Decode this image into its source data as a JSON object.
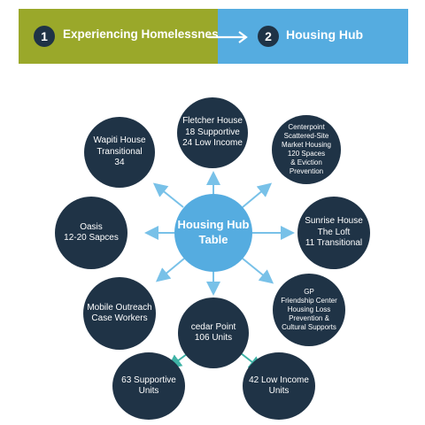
{
  "banner": {
    "step1_number": "1",
    "step1_label": "Experiencing Homelessness",
    "step2_number": "2",
    "step2_label": "Housing Hub"
  },
  "hub": {
    "lines": [
      "Housing",
      "Hub Table"
    ]
  },
  "nodes": {
    "fletcher": [
      "Fletcher House",
      "18 Supportive",
      "24 Low Income"
    ],
    "centerpoint": [
      "Centerpoint",
      "Scattered-Site",
      "Market Housing",
      "120 Spaces",
      "& Eviction",
      "Prevention"
    ],
    "wapiti": [
      "Wapiti House",
      "Transitional",
      "34"
    ],
    "oasis": [
      "Oasis",
      "12-20 Sapces"
    ],
    "sunrise": [
      "Sunrise House",
      "The Loft",
      "11 Transitional"
    ],
    "gp": [
      "GP",
      "Friendship Center",
      "Housing Loss",
      "Prevention &",
      "Cultural Supports"
    ],
    "mobile": [
      "Mobile Outreach",
      "Case Workers"
    ],
    "cedar": [
      "cedar Point",
      "106 Units"
    ],
    "supportive63": [
      "63 Supportive",
      "Units"
    ],
    "lowincome42": [
      "42 Low Income",
      "Units"
    ]
  },
  "colors": {
    "navy": "#1f3346",
    "blue": "#55ace0",
    "green": "#9aa82a",
    "arrow": "#78c1e8",
    "teal_arrow": "#3fb3a6"
  }
}
